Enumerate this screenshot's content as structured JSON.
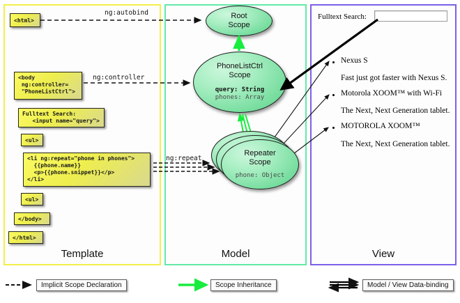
{
  "panels": {
    "template": {
      "label": "Template",
      "border_color": "#f2ef4b"
    },
    "model": {
      "label": "Model",
      "border_color": "#63e9a8"
    },
    "view": {
      "label": "View",
      "border_color": "#7b61e8"
    }
  },
  "template_boxes": [
    {
      "id": "html-open",
      "text": "<html>"
    },
    {
      "id": "body-open",
      "text": "<body\n ng:controller=\n \"PhoneListCtrl\">"
    },
    {
      "id": "search",
      "text": "Fulltext Search:\n   <input name=\"query\">"
    },
    {
      "id": "ul-open",
      "text": "<ul>"
    },
    {
      "id": "li-repeat",
      "text": "<li ng:repeat=\"phone in phones\">\n  {{phone.name}}\n  <p>{{phone.snippet}}</p>\n</li>"
    },
    {
      "id": "ul-close",
      "text": "<ul>"
    },
    {
      "id": "body-close",
      "text": "</body>"
    },
    {
      "id": "html-close",
      "text": "</html>"
    }
  ],
  "edge_labels": {
    "autobind": "ng:autobind",
    "controller": "ng:controller",
    "repeat": "ng:repeat"
  },
  "scopes": [
    {
      "id": "root",
      "title": "Root\nScope",
      "props": []
    },
    {
      "id": "phonelist",
      "title": "PhoneListCtrl\nScope",
      "props": [
        {
          "text": "query: String",
          "bold": true
        },
        {
          "text": "phones: Array",
          "bold": false
        }
      ]
    },
    {
      "id": "repeater",
      "title": "Repeater\nScope",
      "props": [
        {
          "text": "phone: Object",
          "bold": false
        }
      ]
    }
  ],
  "view": {
    "search_label": "Fulltext Search:",
    "search_value": "",
    "items": [
      {
        "name": "Nexus S",
        "snippet": "Fast just got faster with Nexus S."
      },
      {
        "name": "Motorola XOOM™  with Wi-Fi",
        "snippet": "The Next, Next Generation tablet."
      },
      {
        "name": "MOTOROLA XOOM™",
        "snippet": "The Next, Next Generation tablet."
      }
    ]
  },
  "legend": [
    {
      "id": "implicit",
      "label": "Implicit Scope Declaration",
      "arrow": "dashed-black"
    },
    {
      "id": "inheritance",
      "label": "Scope Inheritance",
      "arrow": "solid-green"
    },
    {
      "id": "databinding",
      "label": "Model / View Data-binding",
      "arrow": "double-black"
    }
  ],
  "colors": {
    "dashed_arrow": "#111111",
    "inheritance_arrow": "#18ec3f",
    "databinding_arrow": "#000000",
    "code_box_fill": "#eeee4e",
    "scope_fill": "#76dd9e"
  }
}
